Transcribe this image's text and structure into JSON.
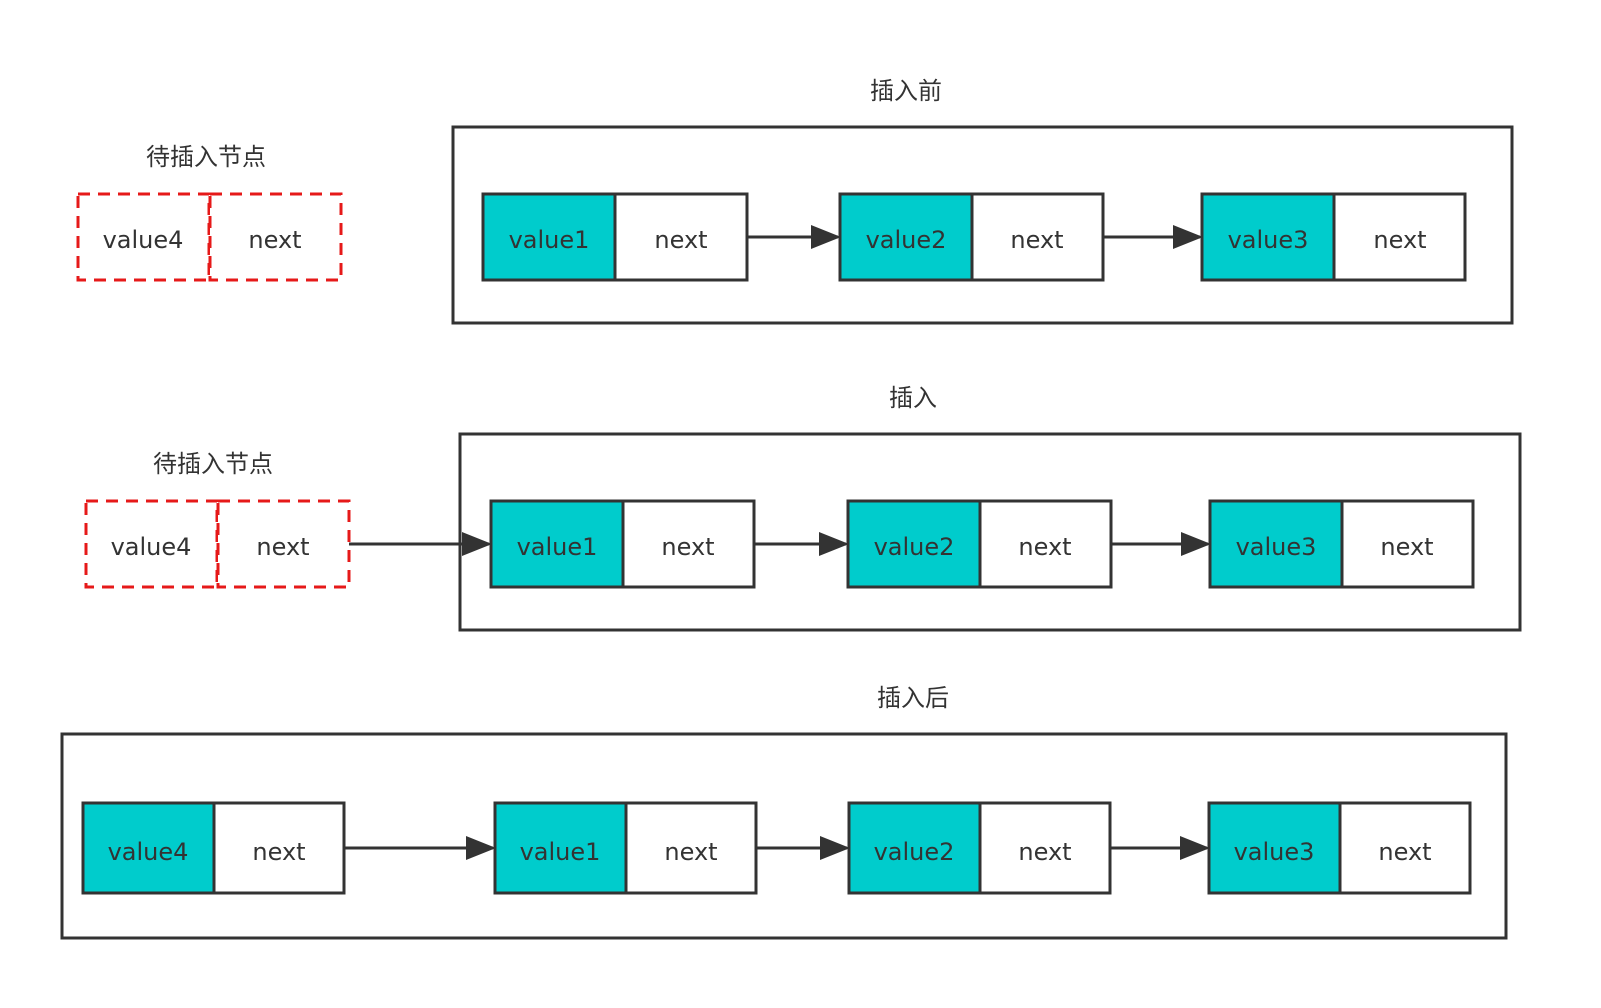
{
  "colors": {
    "value_fill": "#00CCCC",
    "next_fill": "#FFFFFF",
    "stroke": "#333333",
    "pending_stroke": "#E61919",
    "text": "#333333"
  },
  "sections": [
    {
      "title": "插入前",
      "pending": {
        "label": "待插入节点",
        "value": "value4",
        "next": "next"
      },
      "nodes": [
        {
          "value": "value1",
          "next": "next"
        },
        {
          "value": "value2",
          "next": "next"
        },
        {
          "value": "value3",
          "next": "next"
        }
      ]
    },
    {
      "title": "插入",
      "pending": {
        "label": "待插入节点",
        "value": "value4",
        "next": "next"
      },
      "nodes": [
        {
          "value": "value1",
          "next": "next"
        },
        {
          "value": "value2",
          "next": "next"
        },
        {
          "value": "value3",
          "next": "next"
        }
      ]
    },
    {
      "title": "插入后",
      "nodes": [
        {
          "value": "value4",
          "next": "next"
        },
        {
          "value": "value1",
          "next": "next"
        },
        {
          "value": "value2",
          "next": "next"
        },
        {
          "value": "value3",
          "next": "next"
        }
      ]
    }
  ]
}
